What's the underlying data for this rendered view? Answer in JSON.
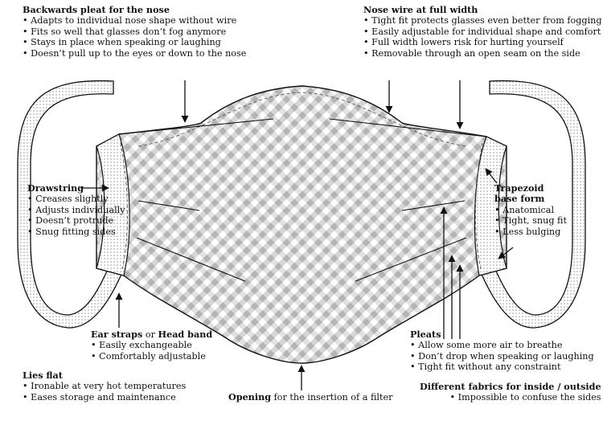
{
  "backwards_pleat": {
    "title": "Backwards pleat for the nose",
    "items": [
      "Adapts to individual nose shape without wire",
      "Fits so well that glasses don’t fog anymore",
      "Stays in place when speaking or laughing",
      "Doesn’t pull up to the eyes or down to the nose"
    ]
  },
  "nose_wire": {
    "title": "Nose wire at full width",
    "items": [
      "Tight fit protects glasses even better from fogging",
      "Easily adjustable for individual shape and comfort",
      "Full width lowers risk for hurting yourself",
      "Removable through an open seam on the side"
    ]
  },
  "drawstring": {
    "title": "Drawstring",
    "items": [
      "Creases slightly",
      "Adjusts individually",
      "Doesn’t protrude",
      "Snug fitting sides"
    ]
  },
  "trapezoid": {
    "title_line1": "Trapezoid",
    "title_line2": "base form",
    "items": [
      "Anatomical",
      "Tight, snug fit",
      "Less bulging"
    ]
  },
  "ear_straps": {
    "title_bold1": "Ear straps",
    "title_mid": " or ",
    "title_bold2": "Head band",
    "items": [
      "Easily exchangeable",
      "Comfortably adjustable"
    ]
  },
  "pleats": {
    "title": "Pleats",
    "items": [
      "Allow some more air to breathe",
      "Don’t drop when speaking or laughing",
      "Tight fit without any constraint"
    ]
  },
  "lies_flat": {
    "title": "Lies flat",
    "items": [
      "Ironable at very hot temperatures",
      "Eases storage and maintenance"
    ]
  },
  "opening": {
    "title_bold": "Opening",
    "title_rest": " for the insertion of a filter"
  },
  "fabrics": {
    "title": "Different fabrics for inside / outside",
    "items": [
      "Impossible to confuse the sides"
    ]
  }
}
